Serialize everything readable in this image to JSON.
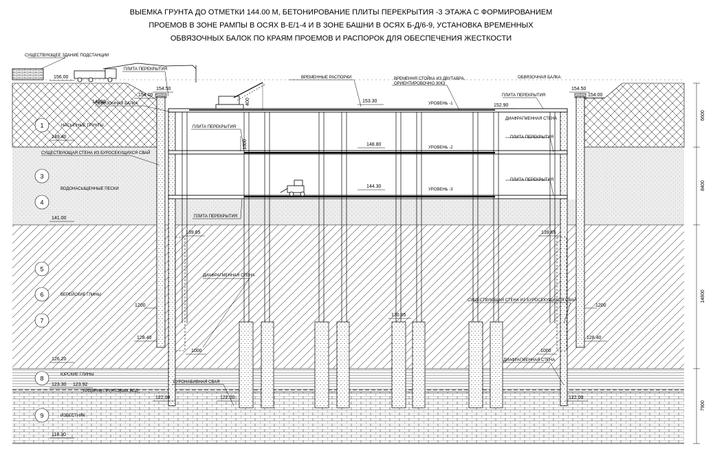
{
  "title": {
    "line1": "ВЫЕМКА ГРУНТА ДО ОТМЕТКИ 144.00 М, БЕТОНИРОВАНИЕ ПЛИТЫ ПЕРЕКРЫТИЯ -3 ЭТАЖА С ФОРМИРОВАНИЕМ",
    "line2": "ПРОЕМОВ В ЗОНЕ РАМПЫ В ОСЯХ В-Е/1-4 И В ЗОНЕ БАШНИ В ОСЯХ Б-Д/6-9, УСТАНОВКА ВРЕМЕННЫХ",
    "line3": "ОБВЯЗОЧНЫХ БАЛОК ПО КРАЯМ ПРОЕМОВ И РАСПОРОК ДЛЯ ОБЕСПЕЧЕНИЯ ЖЕСТКОСТИ"
  },
  "labels": {
    "substation": "СУЩЕСТВУЮЩЕЕ ЗДАНИЕ ПОДСТАНЦИИ",
    "slab_top": "ПЛИТА ПЕРЕКРЫТИЯ",
    "temp_struts": "ВРЕМЕННЫЕ РАСПОРКИ",
    "temp_columns_1": "ВРЕМЕННЯ СТОЙКА ИЗ ДВУТАВРА,",
    "temp_columns_2": "ОРИЕНТИРОВОЧНО 30К3",
    "ring_beam_right": "ОБВЯЗОЧНАЯ БАЛКА",
    "ring_beam_left": "ОБВЯЗОЧНАЯ БАЛКА",
    "slab_right_top": "ПЛИТА ПЕРЕКРЫТИЯ",
    "diaphragm_right_top": "ДИАФРАГМЕННАЯ СТЕНА",
    "slab_right_l2": "ПЛИТА ПЕРЕКРЫТИЯ",
    "slab_right_l3": "ПЛИТА ПЕРЕКРЫТИЯ",
    "slab_left_l2": "ПЛИТА ПЕРЕКРЫТИЯ",
    "slab_left_l3": "ПЛИТА ПЕРЕКРЫТИЯ",
    "fill_soil": "НАСЫПНЫЕ ГРУНТЫ",
    "existing_wall": "СУЩЕСТВУЮЩАЯ СТЕНА ИЗ БУРОСЕКУЩИХСЯ СВАЙ",
    "sands": "ВОДОНАСЫЩЕННЫЕ ПЕСКИ",
    "vereya_clays": "ВЕРЕЙСКИЕ ГЛИНЫ",
    "diaphragm_left": "ДИАФРАГМЕННАЯ СТЕНА",
    "existing_wall_right": "СУЩЕСТВУЮЩАЯ СТЕНА ИЗ БУРОСЕКУЩИХСЯ СВАЙ",
    "jurassic_clays": "ЮРСКИЕ ГЛИНЫ",
    "groundwater": "УРОВЕНЬ ГРУНТОВЫХ ВОД",
    "bored_pile": "БУРОНАБИВНАЯ СВАЯ",
    "diaphragm_right_bottom": "ДИАФРАГМЕННАЯ СТЕНА",
    "limestone": "ИЗВЕСТНЯК"
  },
  "levels": {
    "level1": "УРОВЕНЬ -1",
    "level2": "УРОВЕНЬ -2",
    "level3": "УРОВЕНЬ -3"
  },
  "elevations": {
    "e156": "156.00",
    "e154_00_left": "154.00",
    "e154_50_left": "154.50",
    "e154_50_right": "154.50",
    "e154_00_right": "154.00",
    "e153_30": "153.30",
    "e152_90": "152.90",
    "e149_40": "149.40",
    "e148_80": "148.80",
    "e144_30": "144.30",
    "e141_00": "141.00",
    "e139_65_left": "139.65",
    "e139_65_right": "139.65",
    "e130_85": "130.85",
    "e128_40_left": "128.40",
    "e128_40_right": "128.40",
    "e126_20": "126.20",
    "e123_30": "123.30",
    "e123_92": "123.92",
    "e122_00_a": "122.00",
    "e122_00_b": "122.00",
    "e122_00_c": "122.00",
    "e118_30": "118.30"
  },
  "dims": {
    "d14900": "14900",
    "d1300": "1300",
    "d1200_left": "1200",
    "d1200_right": "1200",
    "d1000_left": "1000",
    "d1000_right": "1000",
    "d400": "400",
    "d6600": "6600",
    "d8400": "8400",
    "d14800": "14800",
    "d7900": "7900"
  },
  "layers": [
    "1",
    "3",
    "4",
    "5",
    "6",
    "7",
    "8",
    "9"
  ],
  "colors": {
    "ink": "#000000",
    "sand": "#e9e9e9",
    "paper": "#ffffff"
  }
}
